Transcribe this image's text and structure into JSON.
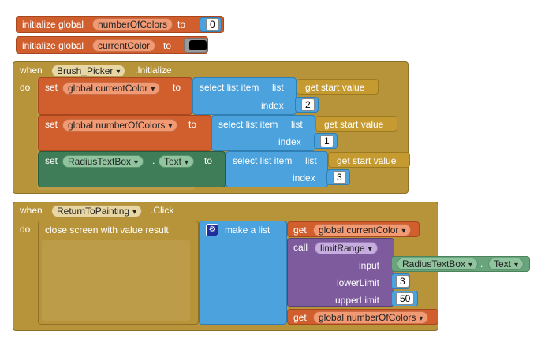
{
  "init1": {
    "label": "initialize global",
    "name": "numberOfColors",
    "to": "to",
    "value": "0"
  },
  "init2": {
    "label": "initialize global",
    "name": "currentColor",
    "to": "to",
    "value_color": "#000000"
  },
  "event1": {
    "when": "when",
    "component": "Brush_Picker",
    "event": ".Initialize",
    "do": "do",
    "set1": {
      "set": "set",
      "var": "global currentColor",
      "to": "to",
      "select": "select list item",
      "list": "list",
      "getter": "get start value",
      "index": "index",
      "index_value": "2"
    },
    "set2": {
      "set": "set",
      "var": "global numberOfColors",
      "to": "to",
      "select": "select list item",
      "list": "list",
      "getter": "get start value",
      "index": "index",
      "index_value": "1"
    },
    "set3": {
      "set": "set",
      "component": "RadiusTextBox",
      "dot": ".",
      "prop": "Text",
      "to": "to",
      "select": "select list item",
      "list": "list",
      "getter": "get start value",
      "index": "index",
      "index_value": "3"
    }
  },
  "event2": {
    "when": "when",
    "component": "ReturnToPainting",
    "event": ".Click",
    "do": "do",
    "close": "close screen with value  result",
    "gear": "⚙",
    "make_list": "make a list",
    "get1": {
      "get": "get",
      "var": "global currentColor"
    },
    "call": {
      "call": "call",
      "proc": "limitRange",
      "input_label": "input",
      "component": "RadiusTextBox",
      "dot": ".",
      "prop": "Text",
      "lower_label": "lowerLimit",
      "lower_value": "3",
      "upper_label": "upperLimit",
      "upper_value": "50"
    },
    "get2": {
      "get": "get",
      "var": "global numberOfColors"
    }
  }
}
